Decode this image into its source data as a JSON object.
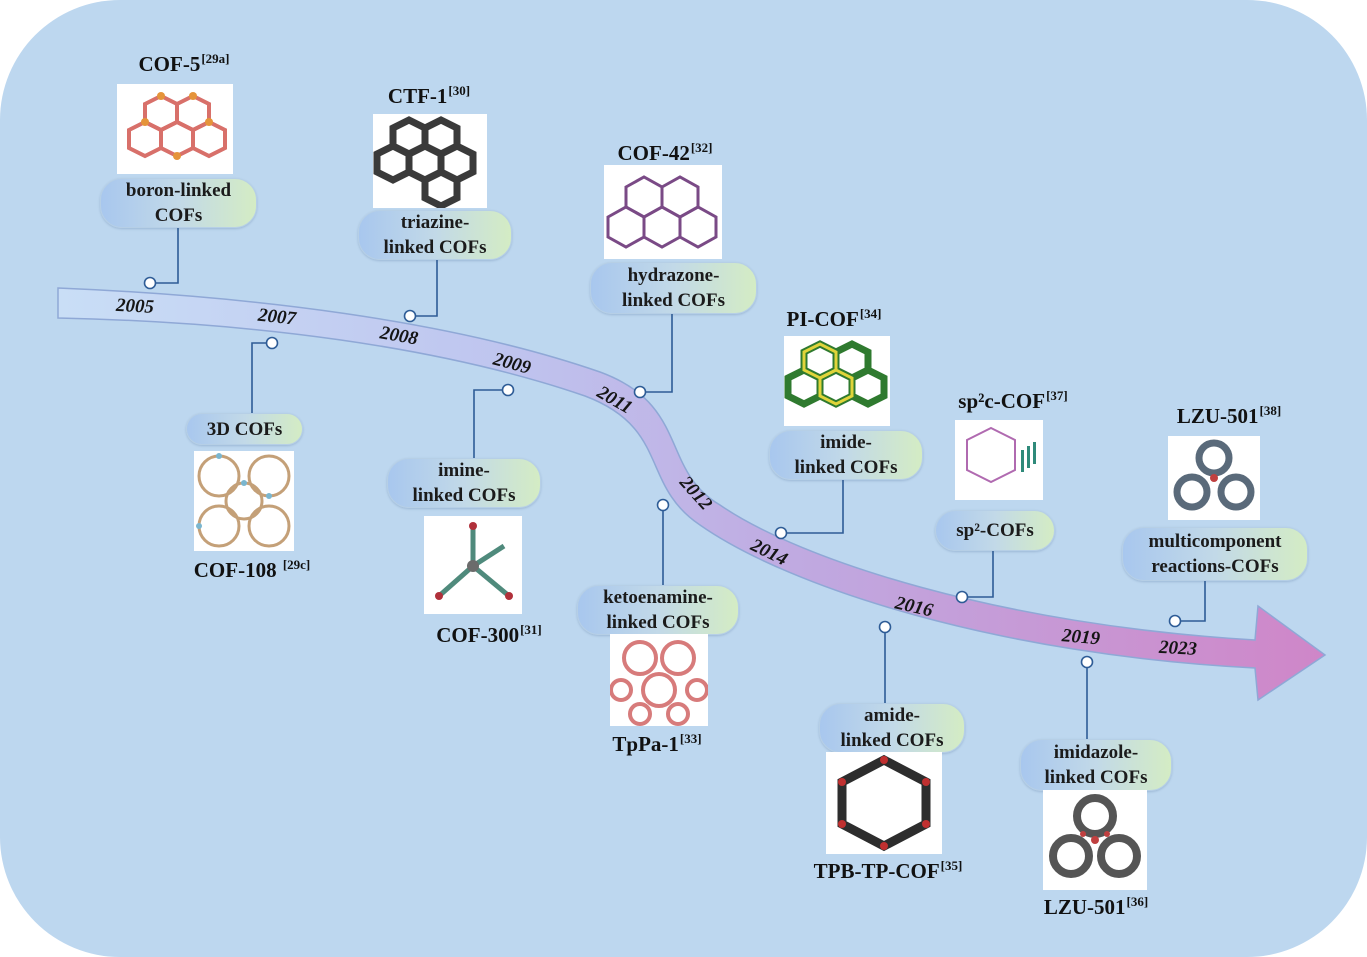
{
  "timeline": {
    "years": [
      "2005",
      "2007",
      "2008",
      "2009",
      "2011",
      "2012",
      "2014",
      "2016",
      "2019",
      "2023"
    ],
    "colors": {
      "background": "#bdd7ef",
      "arrow_start": "#c7ddf5",
      "arrow_mid": "#b7a9e2",
      "arrow_end": "#cf88c9",
      "connector": "#2e5c96"
    }
  },
  "milestones": [
    {
      "id": "cof5",
      "category": "boron-linked\nCOFs",
      "compound": "COF-5",
      "ref": "[29a]"
    },
    {
      "id": "cof108",
      "category": "3D COFs",
      "compound": "COF-108 ",
      "ref": "[29c]"
    },
    {
      "id": "ctf1",
      "category": "triazine-\nlinked COFs",
      "compound": "CTF-1",
      "ref": "[30]"
    },
    {
      "id": "cof300",
      "category": "imine-\nlinked COFs",
      "compound": "COF-300",
      "ref": "[31]"
    },
    {
      "id": "cof42",
      "category": "hydrazone-\nlinked COFs",
      "compound": "COF-42",
      "ref": "[32]"
    },
    {
      "id": "tppa1",
      "category": "ketoenamine-\nlinked COFs",
      "compound": "TpPa-1",
      "ref": "[33]"
    },
    {
      "id": "picof",
      "category": "imide-\nlinked COFs",
      "compound": "PI-COF",
      "ref": "[34]"
    },
    {
      "id": "tpbtp",
      "category": "amide-\nlinked COFs",
      "compound": "TPB-TP-COF",
      "ref": "[35]"
    },
    {
      "id": "sp2c",
      "category": "sp²-COFs",
      "compound": "sp²c-COF",
      "ref": "[37]"
    },
    {
      "id": "lzu501a",
      "category": "imidazole-\nlinked COFs",
      "compound": "LZU-501",
      "ref": "[36]"
    },
    {
      "id": "lzu501b",
      "category": "multicomponent\nreactions-COFs",
      "compound": "LZU-501",
      "ref": "[38]"
    }
  ]
}
